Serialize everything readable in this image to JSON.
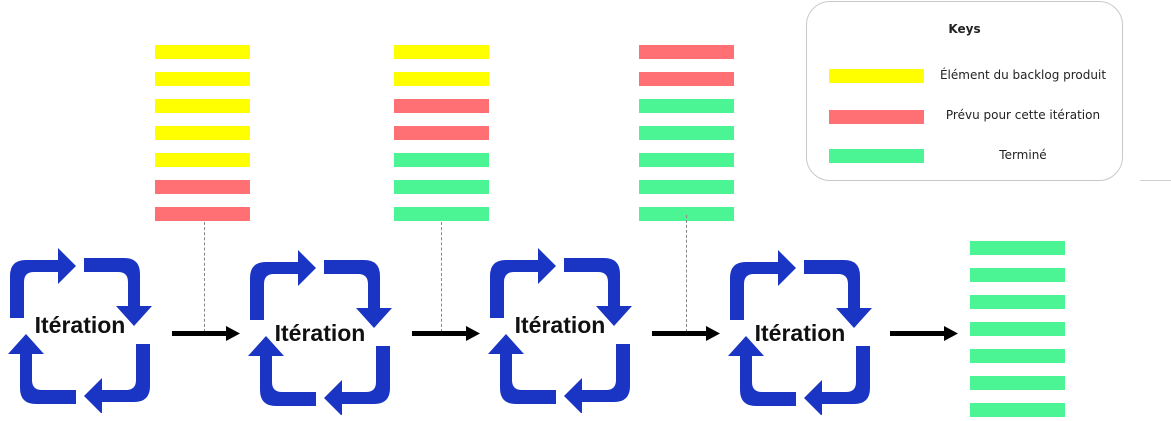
{
  "colors": {
    "backlog": "#ffff00",
    "planned": "#ff7074",
    "done": "#4cf594",
    "loop": "#1a34c4",
    "arrow": "#000000"
  },
  "legend": {
    "title": "Keys",
    "items": [
      {
        "key": "backlog",
        "label": "Élément du backlog produit"
      },
      {
        "key": "planned",
        "label": "Prévu pour cette itération"
      },
      {
        "key": "done",
        "label": "Terminé"
      }
    ]
  },
  "iterations": [
    {
      "label": "Itération",
      "bars": [
        "backlog",
        "backlog",
        "backlog",
        "backlog",
        "backlog",
        "planned",
        "planned"
      ]
    },
    {
      "label": "Itération",
      "bars": [
        "backlog",
        "backlog",
        "planned",
        "planned",
        "done",
        "done",
        "done"
      ]
    },
    {
      "label": "Itération",
      "bars": [
        "planned",
        "planned",
        "done",
        "done",
        "done",
        "done",
        "done"
      ]
    },
    {
      "label": "Itération",
      "bars": []
    }
  ],
  "final_stack": {
    "bars": [
      "done",
      "done",
      "done",
      "done",
      "done",
      "done",
      "done"
    ]
  }
}
